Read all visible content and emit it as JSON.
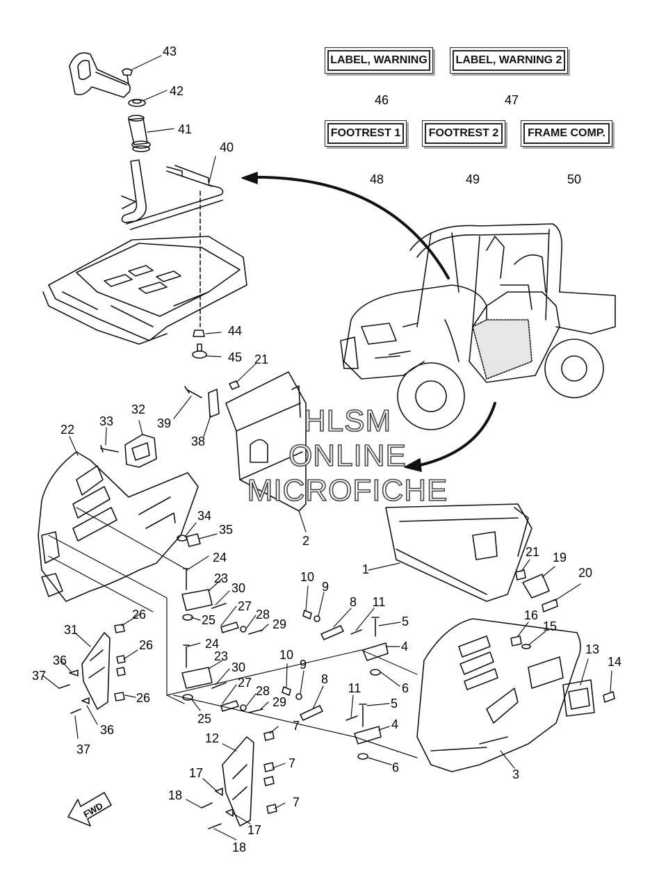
{
  "watermark": {
    "line1": "HLSM",
    "line2": "ONLINE",
    "line3": "MICROFICHE"
  },
  "labels": [
    {
      "text": "LABEL, WARNING",
      "num": "46"
    },
    {
      "text": "LABEL, WARNING 2",
      "num": "47"
    },
    {
      "text": "FOOTREST 1",
      "num": "48"
    },
    {
      "text": "FOOTREST 2",
      "num": "49"
    },
    {
      "text": "FRAME COMP.",
      "num": "50"
    }
  ],
  "fwd_text": "FWD",
  "callouts": [
    "43",
    "42",
    "41",
    "40",
    "44",
    "45",
    "21",
    "39",
    "38",
    "32",
    "33",
    "22",
    "2",
    "34",
    "35",
    "24",
    "23",
    "30",
    "27",
    "28",
    "29",
    "25",
    "26",
    "31",
    "26",
    "26",
    "36",
    "37",
    "36",
    "37",
    "24",
    "23",
    "30",
    "27",
    "28",
    "29",
    "25",
    "10",
    "9",
    "8",
    "11",
    "5",
    "4",
    "6",
    "10",
    "9",
    "8",
    "11",
    "5",
    "4",
    "6",
    "1",
    "21",
    "19",
    "20",
    "16",
    "15",
    "13",
    "14",
    "3",
    "12",
    "7",
    "7",
    "7",
    "17",
    "18",
    "17",
    "18"
  ]
}
